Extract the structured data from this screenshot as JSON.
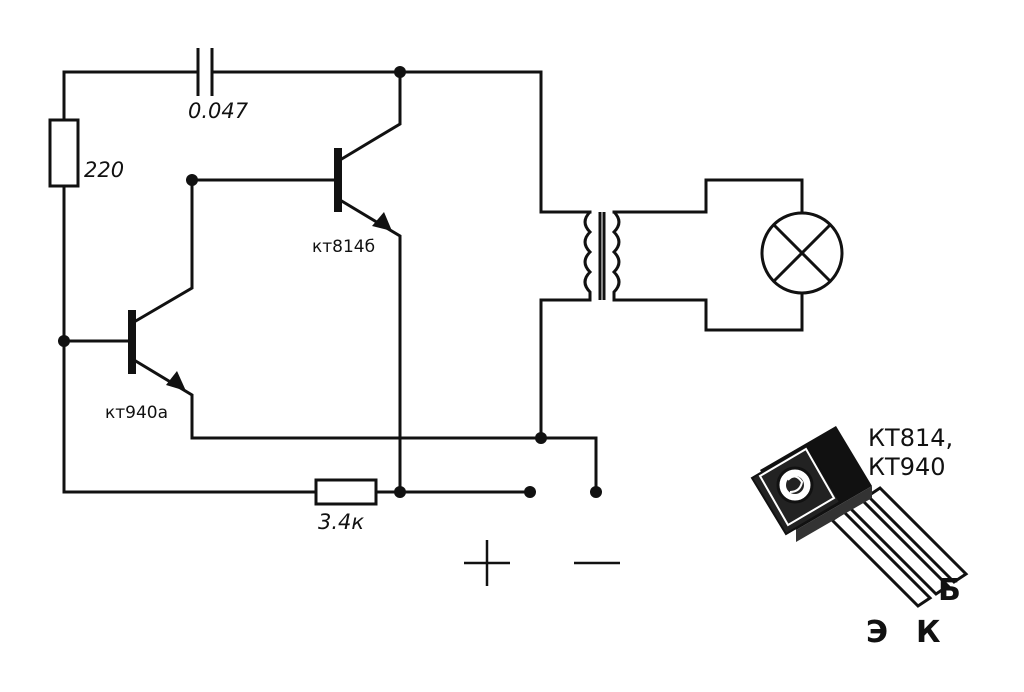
{
  "components": {
    "capacitor": "0.047",
    "resistor_top": "220",
    "resistor_bottom": "3.4к",
    "transistor_upper": "кт814б",
    "transistor_lower": "кт940а"
  },
  "terminals": {
    "plus": "+",
    "minus": "—"
  },
  "package": {
    "title_line1": "КТ814,",
    "title_line2": "КТ940",
    "pin_base": "Б",
    "pin_emitter": "Э",
    "pin_collector": "К"
  }
}
